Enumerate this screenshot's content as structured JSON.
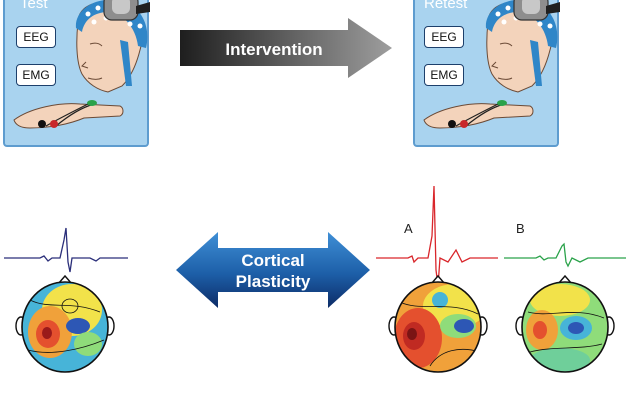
{
  "panels": {
    "test": {
      "title": "Test",
      "tag_top": "EEG",
      "tag_bottom": "EMG"
    },
    "retest": {
      "title": "Retest",
      "tag_top": "EEG",
      "tag_bottom": "EMG"
    }
  },
  "intervention_arrow": {
    "label": "Intervention"
  },
  "plasticity_arrow": {
    "line1": "Cortical",
    "line2": "Plasticity"
  },
  "trace_labels": {
    "a": "A",
    "b": "B"
  },
  "colors": {
    "panel_bg": "#a9d3ef",
    "panel_border": "#5e9ccf",
    "cap_blue": "#2f86c8",
    "trace_baseline": "#2b2f7a",
    "trace_a": "#d9262b",
    "trace_b": "#2aa24a",
    "arrow_gray_dark": "#222222",
    "arrow_gray_light": "#a0a0a0",
    "arrow_blue_dark": "#0f2f6b",
    "arrow_blue_light": "#3a86cf"
  },
  "icons": [
    "head-cap-icon",
    "stimulator-coil-icon",
    "hand-electrode-icon",
    "scalp-map-icon"
  ]
}
